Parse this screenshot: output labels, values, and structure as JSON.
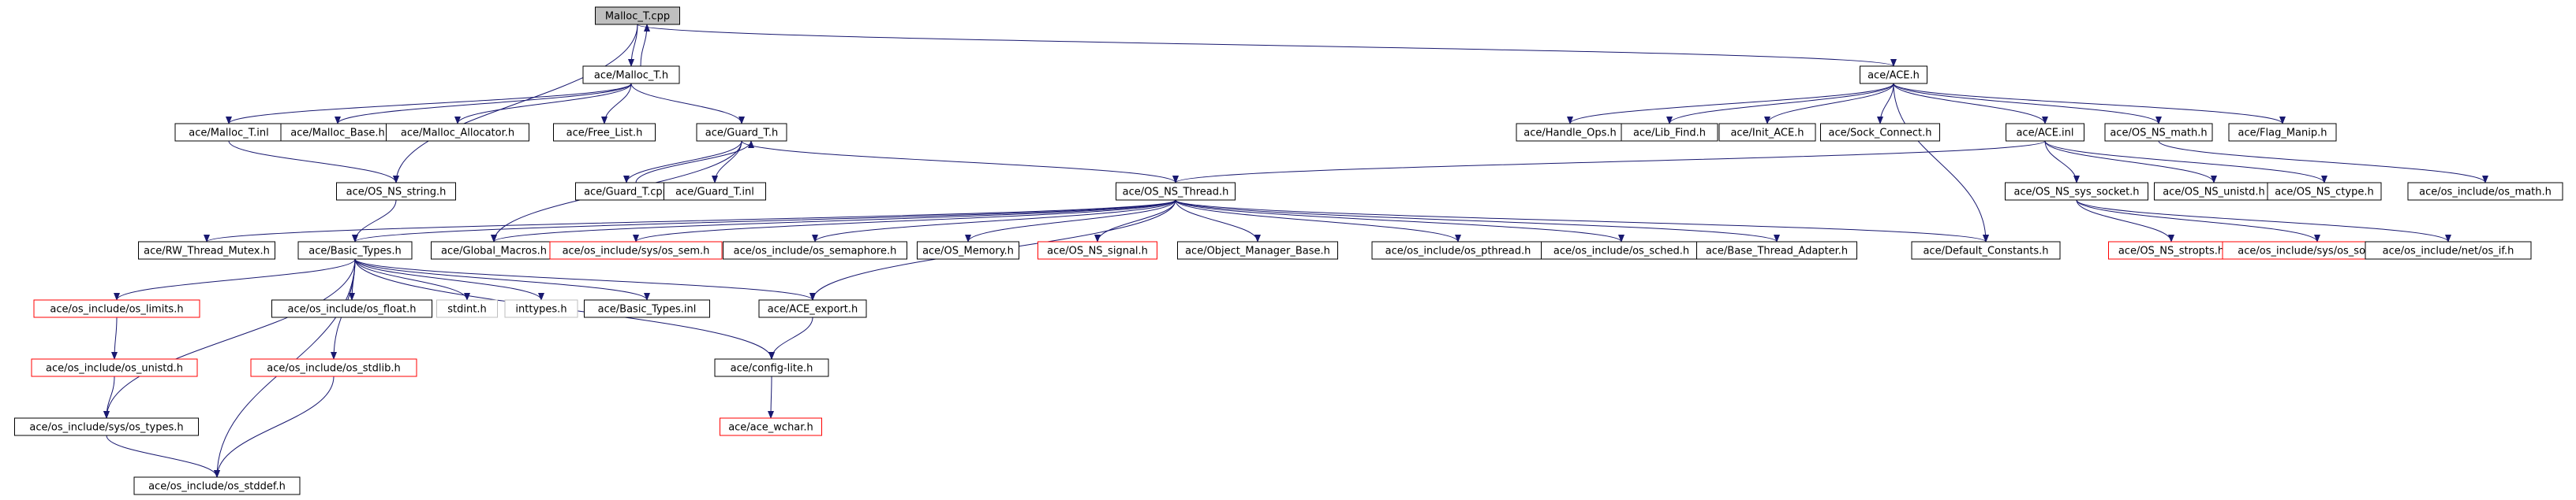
{
  "title": "",
  "colors": {
    "edge": "#191970",
    "box_stroke_default": "#000000",
    "box_stroke_missing": "#ff0000",
    "box_stroke_external": "#bfbfbf",
    "box_fill_root": "#bfbfbf",
    "box_fill_default": "#ffffff"
  },
  "nodes": [
    {
      "id": "n0",
      "label": "Malloc_T.cpp",
      "style": "root"
    },
    {
      "id": "n1",
      "label": "ace/Malloc_T.h",
      "style": "default"
    },
    {
      "id": "n2",
      "label": "ace/ACE.h",
      "style": "default"
    },
    {
      "id": "n3",
      "label": "ace/Malloc_T.inl",
      "style": "default"
    },
    {
      "id": "n4",
      "label": "ace/Malloc_Base.h",
      "style": "default"
    },
    {
      "id": "n5",
      "label": "ace/Malloc_Allocator.h",
      "style": "default"
    },
    {
      "id": "n6",
      "label": "ace/Free_List.h",
      "style": "default"
    },
    {
      "id": "n7",
      "label": "ace/Guard_T.h",
      "style": "default"
    },
    {
      "id": "n8",
      "label": "ace/Handle_Ops.h",
      "style": "default"
    },
    {
      "id": "n9",
      "label": "ace/Lib_Find.h",
      "style": "default"
    },
    {
      "id": "n10",
      "label": "ace/Init_ACE.h",
      "style": "default"
    },
    {
      "id": "n11",
      "label": "ace/Sock_Connect.h",
      "style": "default"
    },
    {
      "id": "n12",
      "label": "ace/ACE.inl",
      "style": "default"
    },
    {
      "id": "n13",
      "label": "ace/OS_NS_math.h",
      "style": "default"
    },
    {
      "id": "n14",
      "label": "ace/Flag_Manip.h",
      "style": "default"
    },
    {
      "id": "n15",
      "label": "ace/OS_NS_string.h",
      "style": "default"
    },
    {
      "id": "n16",
      "label": "ace/Guard_T.cpp",
      "style": "default"
    },
    {
      "id": "n17",
      "label": "ace/Guard_T.inl",
      "style": "default"
    },
    {
      "id": "n18",
      "label": "ace/OS_NS_Thread.h",
      "style": "default"
    },
    {
      "id": "n19",
      "label": "ace/OS_NS_sys_socket.h",
      "style": "default"
    },
    {
      "id": "n20",
      "label": "ace/OS_NS_unistd.h",
      "style": "default"
    },
    {
      "id": "n21",
      "label": "ace/OS_NS_ctype.h",
      "style": "default"
    },
    {
      "id": "n22",
      "label": "ace/os_include/os_math.h",
      "style": "default"
    },
    {
      "id": "n23",
      "label": "ace/RW_Thread_Mutex.h",
      "style": "default"
    },
    {
      "id": "n24",
      "label": "ace/Basic_Types.h",
      "style": "default"
    },
    {
      "id": "n25",
      "label": "ace/Global_Macros.h",
      "style": "default"
    },
    {
      "id": "n26",
      "label": "ace/os_include/sys/os_sem.h",
      "style": "missing"
    },
    {
      "id": "n27",
      "label": "ace/os_include/os_semaphore.h",
      "style": "default"
    },
    {
      "id": "n28",
      "label": "ace/OS_Memory.h",
      "style": "default"
    },
    {
      "id": "n29",
      "label": "ace/OS_NS_signal.h",
      "style": "missing"
    },
    {
      "id": "n30",
      "label": "ace/Object_Manager_Base.h",
      "style": "default"
    },
    {
      "id": "n31",
      "label": "ace/os_include/os_pthread.h",
      "style": "default"
    },
    {
      "id": "n32",
      "label": "ace/os_include/os_sched.h",
      "style": "default"
    },
    {
      "id": "n33",
      "label": "ace/Base_Thread_Adapter.h",
      "style": "default"
    },
    {
      "id": "n34",
      "label": "ace/Default_Constants.h",
      "style": "default"
    },
    {
      "id": "n35",
      "label": "ace/OS_NS_stropts.h",
      "style": "missing"
    },
    {
      "id": "n36",
      "label": "ace/os_include/sys/os_socket.h",
      "style": "missing"
    },
    {
      "id": "n37",
      "label": "ace/os_include/net/os_if.h",
      "style": "default"
    },
    {
      "id": "n38",
      "label": "ace/os_include/os_limits.h",
      "style": "missing"
    },
    {
      "id": "n39",
      "label": "ace/os_include/os_float.h",
      "style": "default"
    },
    {
      "id": "n40",
      "label": "stdint.h",
      "style": "external"
    },
    {
      "id": "n41",
      "label": "inttypes.h",
      "style": "external"
    },
    {
      "id": "n42",
      "label": "ace/Basic_Types.inl",
      "style": "default"
    },
    {
      "id": "n43",
      "label": "ace/ACE_export.h",
      "style": "default"
    },
    {
      "id": "n44",
      "label": "ace/os_include/os_unistd.h",
      "style": "missing"
    },
    {
      "id": "n45",
      "label": "ace/os_include/os_stdlib.h",
      "style": "missing"
    },
    {
      "id": "n46",
      "label": "ace/config-lite.h",
      "style": "default"
    },
    {
      "id": "n47",
      "label": "ace/os_include/sys/os_types.h",
      "style": "default"
    },
    {
      "id": "n48",
      "label": "ace/ace_wchar.h",
      "style": "missing"
    },
    {
      "id": "n49",
      "label": "ace/os_include/os_stddef.h",
      "style": "default"
    }
  ],
  "edges": [
    {
      "from": "n0",
      "to": "n1"
    },
    {
      "from": "n0",
      "to": "n2"
    },
    {
      "from": "n0",
      "to": "n15"
    },
    {
      "from": "n1",
      "to": "n0"
    },
    {
      "from": "n1",
      "to": "n3"
    },
    {
      "from": "n1",
      "to": "n4"
    },
    {
      "from": "n1",
      "to": "n5"
    },
    {
      "from": "n1",
      "to": "n6"
    },
    {
      "from": "n1",
      "to": "n7"
    },
    {
      "from": "n2",
      "to": "n8"
    },
    {
      "from": "n2",
      "to": "n9"
    },
    {
      "from": "n2",
      "to": "n10"
    },
    {
      "from": "n2",
      "to": "n11"
    },
    {
      "from": "n2",
      "to": "n12"
    },
    {
      "from": "n2",
      "to": "n13"
    },
    {
      "from": "n2",
      "to": "n14"
    },
    {
      "from": "n2",
      "to": "n34"
    },
    {
      "from": "n3",
      "to": "n15"
    },
    {
      "from": "n7",
      "to": "n16"
    },
    {
      "from": "n16",
      "to": "n7"
    },
    {
      "from": "n7",
      "to": "n17"
    },
    {
      "from": "n7",
      "to": "n18"
    },
    {
      "from": "n7",
      "to": "n25"
    },
    {
      "from": "n12",
      "to": "n18"
    },
    {
      "from": "n12",
      "to": "n19"
    },
    {
      "from": "n12",
      "to": "n20"
    },
    {
      "from": "n12",
      "to": "n21"
    },
    {
      "from": "n13",
      "to": "n22"
    },
    {
      "from": "n15",
      "to": "n24"
    },
    {
      "from": "n18",
      "to": "n23"
    },
    {
      "from": "n18",
      "to": "n24"
    },
    {
      "from": "n18",
      "to": "n25"
    },
    {
      "from": "n18",
      "to": "n26"
    },
    {
      "from": "n18",
      "to": "n27"
    },
    {
      "from": "n18",
      "to": "n28"
    },
    {
      "from": "n18",
      "to": "n29"
    },
    {
      "from": "n18",
      "to": "n30"
    },
    {
      "from": "n18",
      "to": "n31"
    },
    {
      "from": "n18",
      "to": "n32"
    },
    {
      "from": "n18",
      "to": "n33"
    },
    {
      "from": "n18",
      "to": "n34"
    },
    {
      "from": "n18",
      "to": "n43"
    },
    {
      "from": "n19",
      "to": "n35"
    },
    {
      "from": "n19",
      "to": "n36"
    },
    {
      "from": "n19",
      "to": "n37"
    },
    {
      "from": "n24",
      "to": "n38"
    },
    {
      "from": "n24",
      "to": "n39"
    },
    {
      "from": "n24",
      "to": "n40"
    },
    {
      "from": "n24",
      "to": "n41"
    },
    {
      "from": "n24",
      "to": "n42"
    },
    {
      "from": "n24",
      "to": "n43"
    },
    {
      "from": "n24",
      "to": "n45"
    },
    {
      "from": "n24",
      "to": "n46"
    },
    {
      "from": "n24",
      "to": "n47"
    },
    {
      "from": "n24",
      "to": "n49"
    },
    {
      "from": "n38",
      "to": "n44"
    },
    {
      "from": "n44",
      "to": "n47"
    },
    {
      "from": "n45",
      "to": "n49"
    },
    {
      "from": "n47",
      "to": "n49"
    },
    {
      "from": "n43",
      "to": "n46"
    },
    {
      "from": "n46",
      "to": "n48"
    }
  ]
}
